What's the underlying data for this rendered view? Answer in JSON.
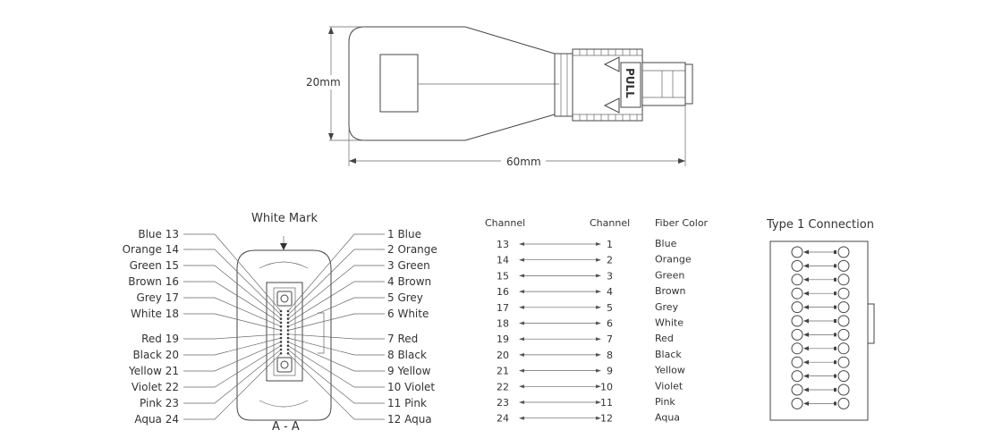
{
  "plug": {
    "pull_label": "PULL",
    "height_label": "20mm",
    "length_label": "60mm"
  },
  "end_face": {
    "white_mark_label": "White Mark",
    "section_label": "A - A",
    "left_labels": [
      "Blue 13",
      "Orange 14",
      "Green 15",
      "Brown 16",
      "Grey 17",
      "White 18",
      "Red 19",
      "Black 20",
      "Yellow 21",
      "Violet 22",
      "Pink 23",
      "Aqua 24"
    ],
    "right_labels": [
      "1 Blue",
      "2 Orange",
      "3 Green",
      "4 Brown",
      "5 Grey",
      "6 White",
      "7 Red",
      "8  Black",
      "9  Yellow",
      "10  Violet",
      "11 Pink",
      "12 Aqua"
    ]
  },
  "channel_table": {
    "headers": [
      "Channel",
      "Channel",
      "Fiber Color"
    ],
    "rows": [
      {
        "left": "13",
        "right": "1",
        "color": "Blue"
      },
      {
        "left": "14",
        "right": "2",
        "color": "Orange"
      },
      {
        "left": "15",
        "right": "3",
        "color": "Green"
      },
      {
        "left": "16",
        "right": "4",
        "color": "Brown"
      },
      {
        "left": "17",
        "right": "5",
        "color": "Grey"
      },
      {
        "left": "18",
        "right": "6",
        "color": "White"
      },
      {
        "left": "19",
        "right": "7",
        "color": "Red"
      },
      {
        "left": "20",
        "right": "8",
        "color": "Black"
      },
      {
        "left": "21",
        "right": "9",
        "color": "Yellow"
      },
      {
        "left": "22",
        "right": "10",
        "color": "Violet"
      },
      {
        "left": "23",
        "right": "11",
        "color": "Pink"
      },
      {
        "left": "24",
        "right": "12",
        "color": "Aqua"
      }
    ]
  },
  "type1": {
    "title": "Type 1 Connection",
    "pairs": 12
  }
}
